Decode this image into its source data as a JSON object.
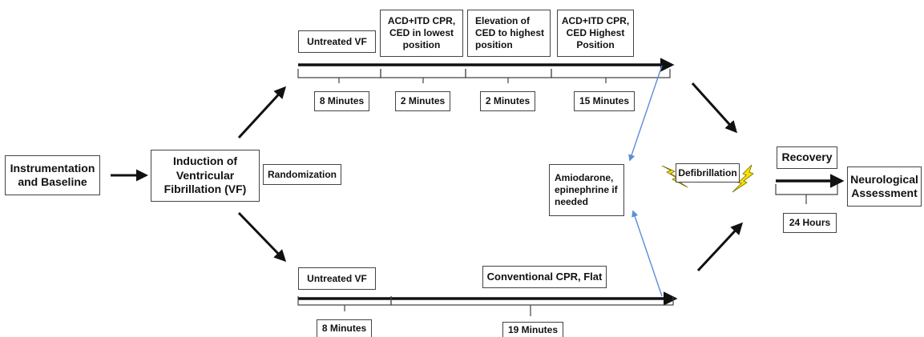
{
  "nodes": {
    "instrumentation": "Instrumentation and Baseline",
    "induction": "Induction of Ventricular Fibrillation (VF)",
    "randomization": "Randomization",
    "drugs": "Amiodarone, epinephrine if needed",
    "defibrillation": "Defibrillation",
    "recovery": "Recovery",
    "neuro": "Neurological Assessment"
  },
  "top_arm": {
    "phases": [
      "Untreated VF",
      "ACD+ITD CPR, CED in lowest position",
      "Elevation of CED to highest position",
      "ACD+ITD CPR, CED Highest Position"
    ],
    "durations": [
      "8 Minutes",
      "2 Minutes",
      "2 Minutes",
      "15 Minutes"
    ]
  },
  "bottom_arm": {
    "phases": [
      "Untreated VF",
      "Conventional CPR, Flat"
    ],
    "durations": [
      "8 Minutes",
      "19 Minutes"
    ]
  },
  "recovery_duration": "24 Hours",
  "colors": {
    "line": "#111111",
    "blue_arrow": "#5b8ed6",
    "bolt": "#f2e000"
  }
}
